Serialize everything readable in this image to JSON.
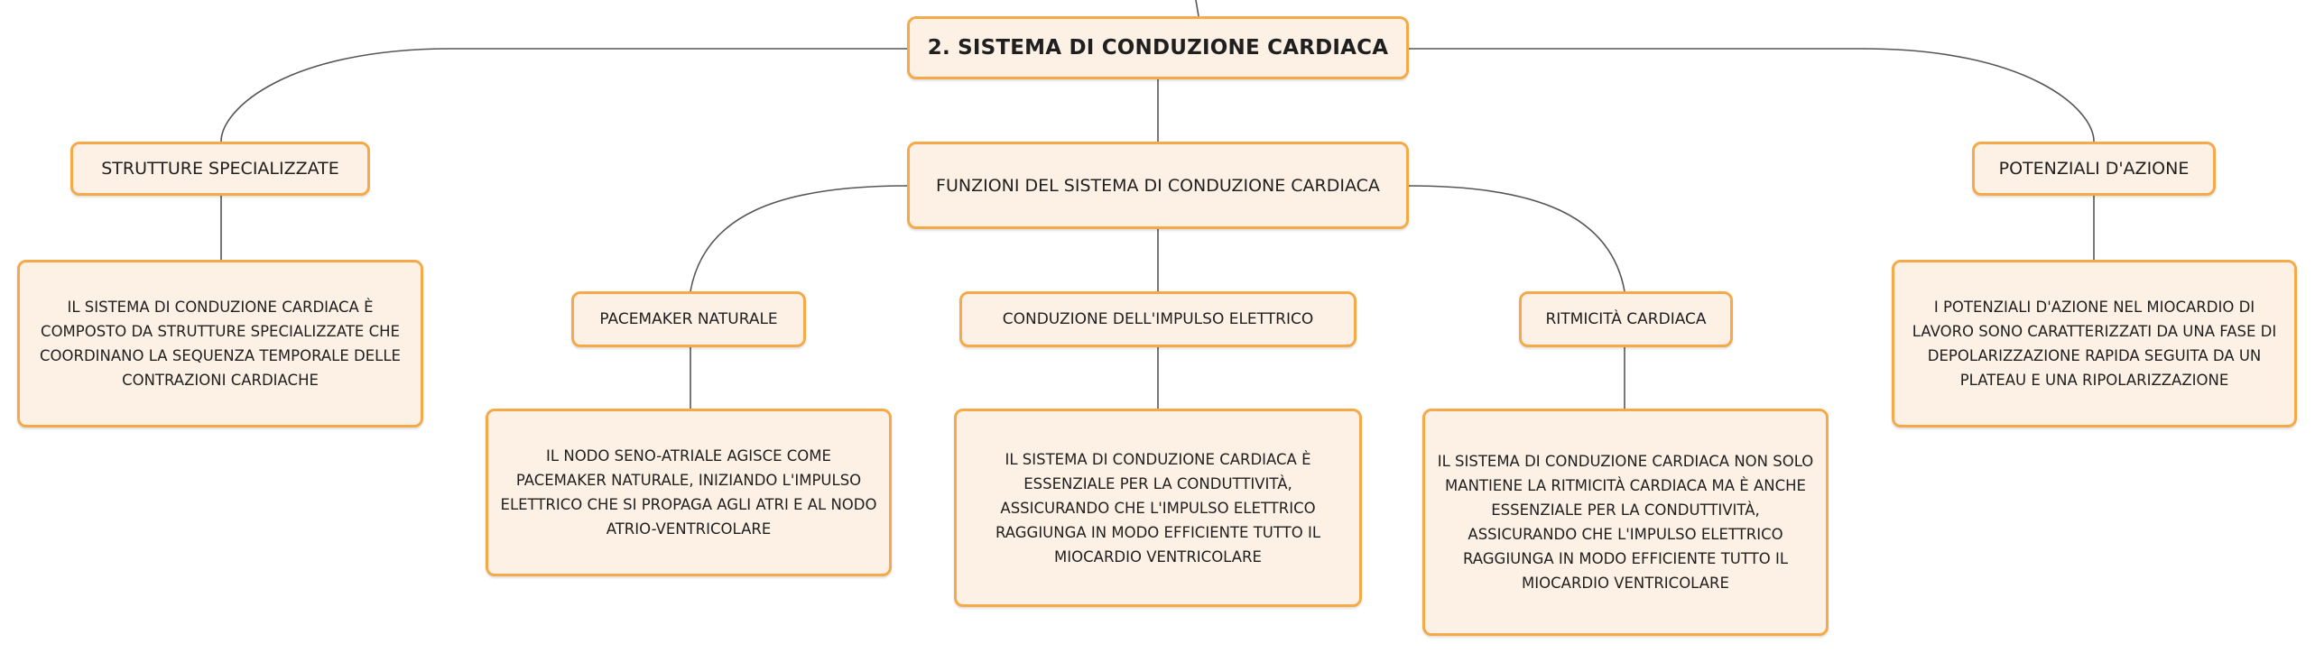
{
  "diagram": {
    "root": {
      "label": "2. SISTEMA DI CONDUZIONE CARDIACA"
    },
    "left": {
      "label": "STRUTTURE SPECIALIZZATE",
      "description": "IL SISTEMA DI CONDUZIONE CARDIACA È COMPOSTO DA STRUTTURE SPECIALIZZATE CHE COORDINANO LA SEQUENZA TEMPORALE DELLE CONTRAZIONI CARDIACHE"
    },
    "center": {
      "label": "FUNZIONI DEL SISTEMA DI CONDUZIONE CARDIACA",
      "children": [
        {
          "label": "PACEMAKER NATURALE",
          "description": "IL NODO SENO-ATRIALE AGISCE COME PACEMAKER NATURALE, INIZIANDO L'IMPULSO ELETTRICO CHE SI PROPAGA AGLI ATRI E AL NODO ATRIO-VENTRICOLARE"
        },
        {
          "label": "CONDUZIONE DELL'IMPULSO ELETTRICO",
          "description": "IL SISTEMA DI CONDUZIONE CARDIACA È ESSENZIALE PER LA CONDUTTIVITÀ, ASSICURANDO CHE L'IMPULSO ELETTRICO RAGGIUNGA IN MODO EFFICIENTE TUTTO IL MIOCARDIO VENTRICOLARE"
        },
        {
          "label": "RITMICITÀ CARDIACA",
          "description": "IL SISTEMA DI CONDUZIONE CARDIACA NON SOLO MANTIENE LA RITMICITÀ CARDIACA MA È ANCHE ESSENZIALE PER LA CONDUTTIVITÀ, ASSICURANDO CHE L'IMPULSO ELETTRICO RAGGIUNGA IN MODO EFFICIENTE TUTTO IL MIOCARDIO VENTRICOLARE"
        }
      ]
    },
    "right": {
      "label": "POTENZIALI D'AZIONE",
      "description": "I POTENZIALI D'AZIONE NEL MIOCARDIO DI LAVORO SONO CARATTERIZZATI DA UNA FASE DI DEPOLARIZZAZIONE RAPIDA SEGUITA DA UN PLATEAU E UNA RIPOLARIZZAZIONE"
    },
    "colors": {
      "node_fill": "#fdf1e6",
      "node_border": "#f5a948",
      "connector": "#555555",
      "text": "#1f1f1f"
    }
  }
}
